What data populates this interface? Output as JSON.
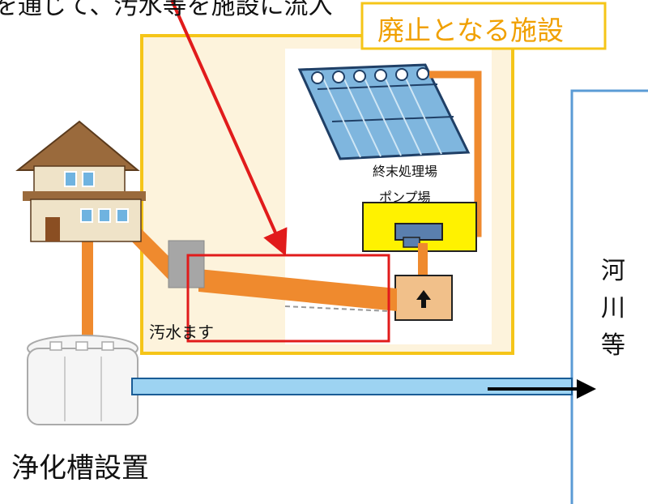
{
  "top_caption_partial": "を通じて、汚水等を施設に流入",
  "abolished_facility_label": "廃止となる施設",
  "treatment_plant_label": "終末処理場",
  "pump_station_label": "ポンプ場",
  "sewage_basin_label": "汚水ます",
  "river_label": "河川等",
  "septic_tank_label": "浄化槽設置",
  "colors": {
    "facility_border": "#f5c518",
    "facility_fill": "#fdf3dc",
    "pipe": "#ef8a2e",
    "highlight": "#e11b1b",
    "river_border": "#5b9bd5",
    "discharge_pipe": "#9dd3f2"
  }
}
